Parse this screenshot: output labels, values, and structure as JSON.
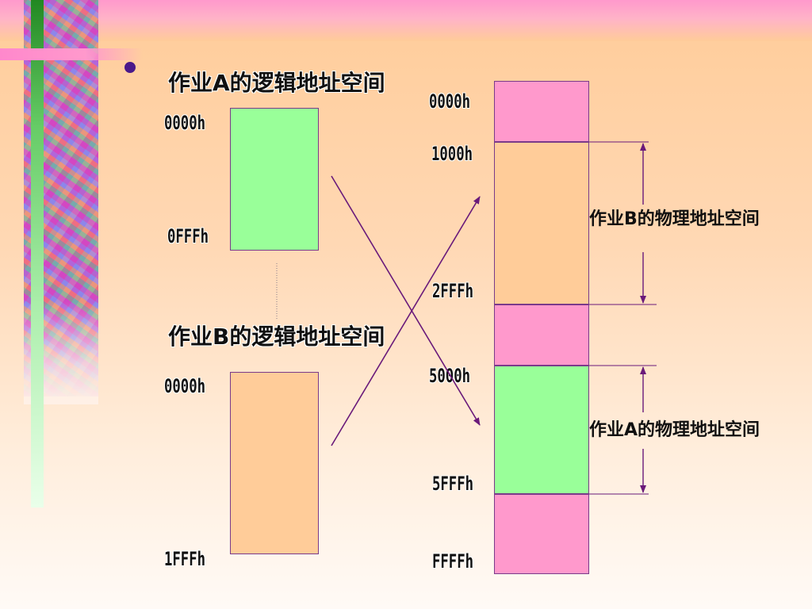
{
  "logical_a": {
    "title": "作业A的逻辑地址空间",
    "start_label": "0000h",
    "end_label": "0FFFh"
  },
  "logical_b": {
    "title": "作业B的逻辑地址空间",
    "start_label": "0000h",
    "end_label": "1FFFh"
  },
  "physical": {
    "addresses": [
      "0000h",
      "1000h",
      "2FFFh",
      "5000h",
      "5FFFh",
      "FFFFh"
    ],
    "region_b_label": "作业B的物理地址空间",
    "region_a_label": "作业A的物理地址空间"
  },
  "colors": {
    "job_a": "#99ff99",
    "job_b": "#ffcc99",
    "free": "#ff99cc",
    "line": "#6a1a7a"
  }
}
